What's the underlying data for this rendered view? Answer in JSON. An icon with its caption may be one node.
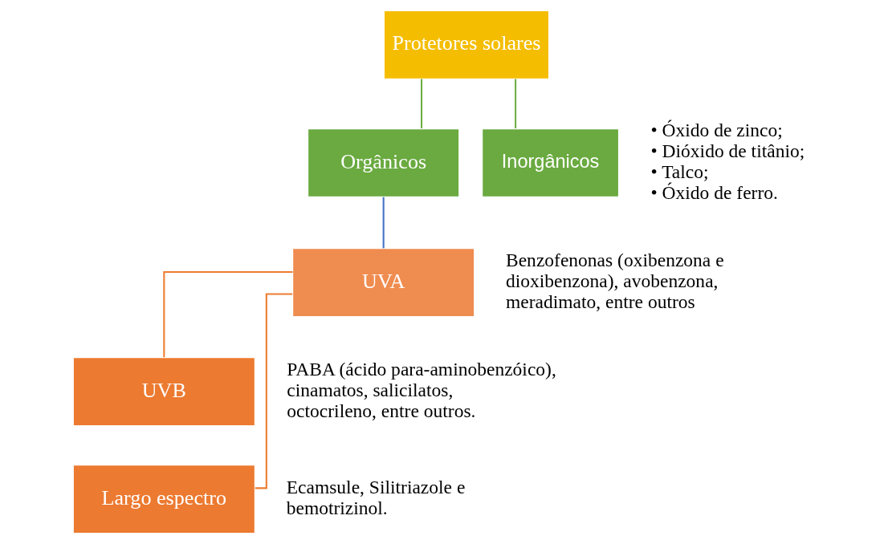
{
  "diagram": {
    "nodes": [
      {
        "text": [
          "Protetores solares"
        ]
      },
      {
        "text": [
          "Orgânicos"
        ]
      },
      {
        "text": [
          "Inorgânicos"
        ],
        "beside": [
          "• Óxido de zinco;",
          "• Dióxido de titânio;",
          "• Talco;",
          "• Óxido de ferro."
        ]
      },
      {
        "text": [
          "UVA"
        ],
        "beside": [
          "Benzofenonas (oxibenzona e dioxibenzona), avobenzona, meradimato, entre outros"
        ]
      },
      {
        "text": [
          "UVB"
        ],
        "beside": [
          "PABA (ácido para-aminobenzóico), cinamatos, salicilatos, octocrileno, entre outros."
        ]
      },
      {
        "text": [
          "Largo espectro"
        ],
        "beside": [
          "Ecamsule, Silitriazole e bemotrizinol."
        ]
      }
    ],
    "edges": [
      {
        "from": 0,
        "to": 1,
        "arrow": "none",
        "color": "#70ad47"
      },
      {
        "from": 0,
        "to": 2,
        "arrow": "none",
        "color": "#70ad47"
      },
      {
        "from": 1,
        "to": 3,
        "arrow": "none",
        "color": "#4472c4"
      },
      {
        "from": 3,
        "to": 4,
        "arrow": "none",
        "color": "#ed7d31"
      },
      {
        "from": 3,
        "to": 5,
        "arrow": "none",
        "color": "#ed7d31"
      }
    ]
  }
}
